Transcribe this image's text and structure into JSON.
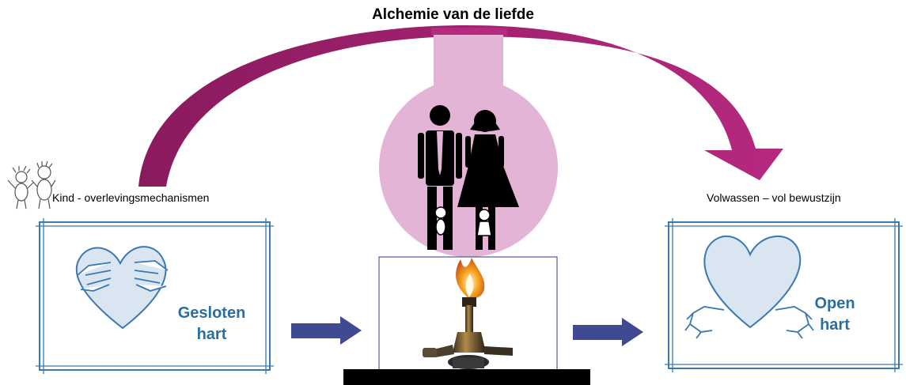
{
  "title": "Alchemie  van de liefde",
  "left_panel": {
    "caption": "Kind - overlevingsmechanismen",
    "heart_label_line1": "Gesloten",
    "heart_label_line2": "hart"
  },
  "right_panel": {
    "caption": "Volwassen – vol bewustzijn",
    "heart_label_line1": "Open",
    "heart_label_line2": "hart"
  },
  "colors": {
    "arc": "#a3206f",
    "flask": "#e4b4d6",
    "flow_arrow": "#3f4a92",
    "frame": "#3a78b0",
    "heart_fill": "#d9e6f2",
    "heart_stroke": "#3a78b0",
    "label": "#2a6f9e"
  },
  "icons": [
    "couple-icon",
    "children-sketch-icon",
    "bunsen-burner-icon",
    "heart-icon",
    "hand-icon"
  ]
}
